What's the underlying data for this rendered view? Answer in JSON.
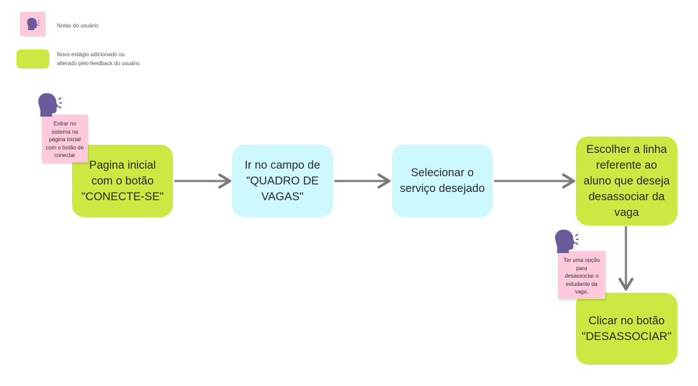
{
  "legend": {
    "notes_label": "Notas do usuário",
    "new_stage_label_line1": "Novo estágio adicionado ou",
    "new_stage_label_line2": "alterado pelo feedback do usuário"
  },
  "colors": {
    "green_stage": "#cde843",
    "cyan_stage": "#cdf8fd",
    "note_pink": "#ffc9dd",
    "user_icon_purple": "#6b5b9b",
    "arrow_gray": "#7a7a7a"
  },
  "flow": {
    "step1": "Pagina inicial com o botão \"CONECTE-SE\"",
    "step2": "Ir no campo de \"QUADRO DE VAGAS\"",
    "step3": "Selecionar o serviço desejado",
    "step4": "Escolher a linha referente ao aluno que deseja desassociar da vaga",
    "step5": "Clicar no botão \"DESASSOCIAR\""
  },
  "notes": {
    "note1": "Entrar no sistema na página inicial com o botão de conectar",
    "note2": "Ter uma opção para desassociar o estudante da vaga."
  }
}
